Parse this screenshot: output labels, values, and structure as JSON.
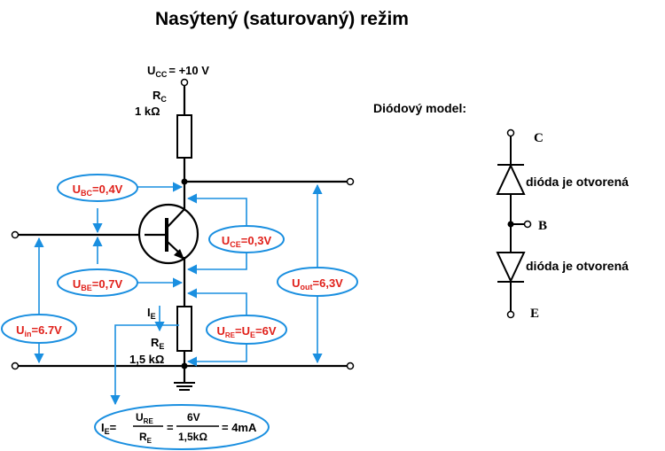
{
  "title": "Nasýtený (saturovaný) režim",
  "colors": {
    "wire": "#000000",
    "arrow": "#1a8fe0",
    "label_text": "#e0201a",
    "oval": "#1a8fe0"
  },
  "circuit": {
    "vcc": {
      "main": "U",
      "sub": "CC",
      "rest": "= +10 V"
    },
    "rc": {
      "main": "R",
      "sub": "C",
      "value": "1 kΩ"
    },
    "re": {
      "main": "R",
      "sub": "E",
      "value": "1,5 kΩ"
    },
    "ie": {
      "main": "I",
      "sub": "E"
    }
  },
  "labels": {
    "ubc": {
      "main": "U",
      "sub": "BC",
      "rest": "=0,4V"
    },
    "uce": {
      "main": "U",
      "sub": "CE",
      "rest": "=0,3V"
    },
    "ube": {
      "main": "U",
      "sub": "BE",
      "rest": "=0,7V"
    },
    "uout": {
      "main": "U",
      "sub": "out",
      "rest": "=6,3V"
    },
    "uin": {
      "main": "U",
      "sub": "in",
      "rest": "=6.7V"
    },
    "ure": {
      "main": "U",
      "sub1": "RE",
      "eq": "=U",
      "sub2": "E",
      "rest": "=6V"
    }
  },
  "formula": {
    "ie": {
      "main": "I",
      "sub": "E",
      "eq": "="
    },
    "num1": {
      "main": "U",
      "sub": "RE"
    },
    "den1": {
      "main": "R",
      "sub": "E"
    },
    "eq2": "=",
    "num2": "6V",
    "den2": "1,5kΩ",
    "result": "= 4mA"
  },
  "diode_model": {
    "heading": "Diódový model:",
    "c": "C",
    "b": "B",
    "e": "E",
    "diode1_label": "dióda je otvorená",
    "diode2_label": "dióda je otvorená"
  }
}
